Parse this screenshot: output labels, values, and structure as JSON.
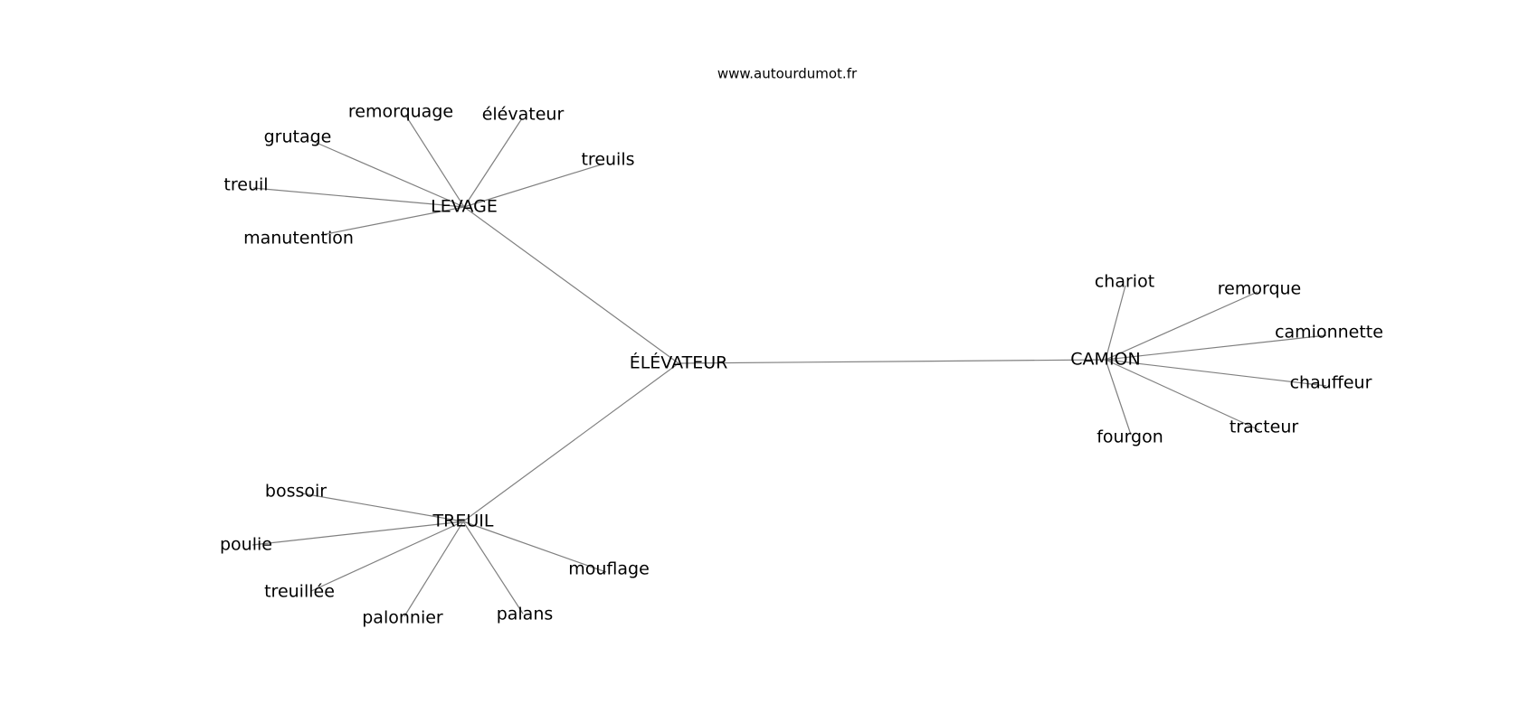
{
  "watermark": "www.autourdumot.fr",
  "center": "ÉLÉVATEUR",
  "hubs": [
    {
      "label": "LEVAGE",
      "leaves": [
        "remorquage",
        "élévateur",
        "grutage",
        "treuils",
        "treuil",
        "manutention"
      ]
    },
    {
      "label": "CAMION",
      "leaves": [
        "chariot",
        "remorque",
        "camionnette",
        "chauffeur",
        "tracteur",
        "fourgon"
      ]
    },
    {
      "label": "TREUIL",
      "leaves": [
        "bossoir",
        "poulie",
        "treuillée",
        "mouflage",
        "palonnier",
        "palans"
      ]
    }
  ]
}
